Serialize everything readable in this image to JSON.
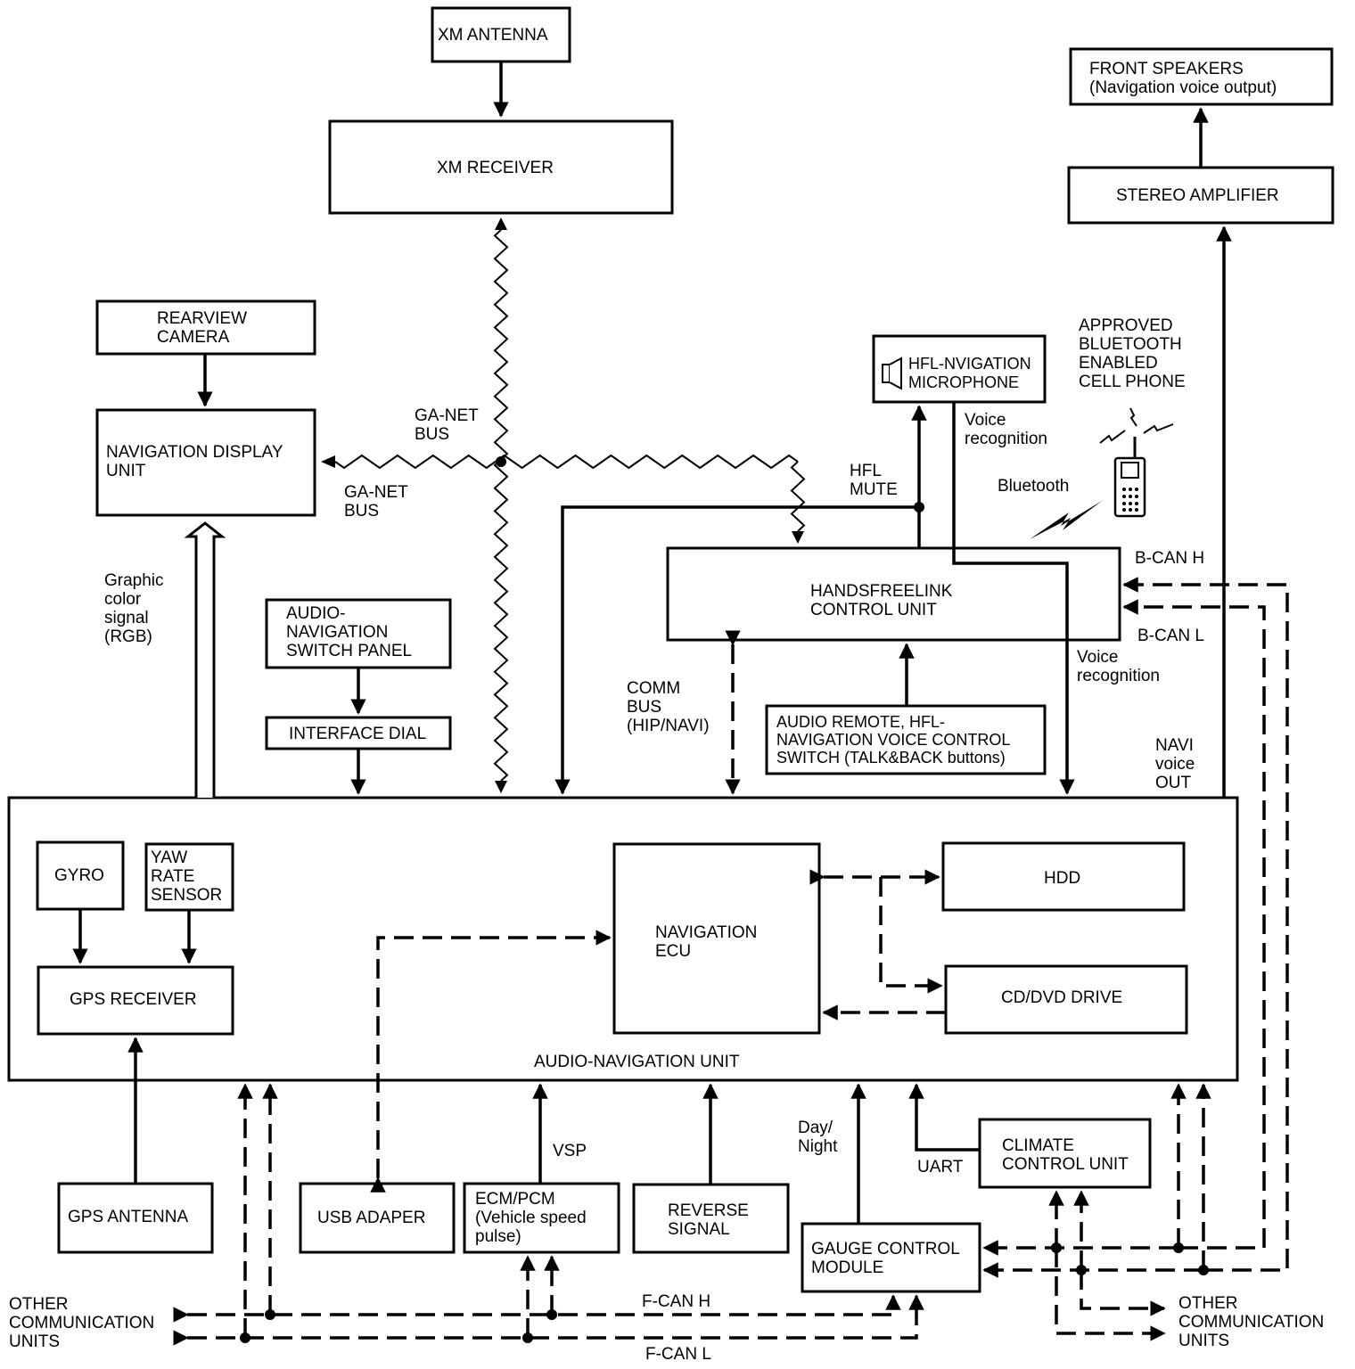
{
  "boxes": {
    "xm_antenna": "XM ANTENNA",
    "xm_receiver": "XM RECEIVER",
    "front_speakers": "FRONT SPEAKERS\n(Navigation voice output)",
    "stereo_amplifier": "STEREO AMPLIFIER",
    "rearview_camera": "REARVIEW\nCAMERA",
    "navigation_display_unit": "NAVIGATION DISPLAY\nUNIT",
    "hfl_microphone": "HFL-NVIGATION\nMICROPHONE",
    "cell_phone": "APPROVED\nBLUETOOTH\nENABLED\nCELL PHONE",
    "handsfreelink_control_unit": "HANDSFREELINK\nCONTROL UNIT",
    "audio_nav_switch_panel": "AUDIO-\nNAVIGATION\nSWITCH PANEL",
    "interface_dial": "INTERFACE DIAL",
    "audio_remote": "AUDIO REMOTE, HFL-\nNAVIGATION VOICE CONTROL\nSWITCH (TALK&BACK buttons)",
    "gyro": "GYRO",
    "yaw_rate_sensor": "YAW\nRATE\nSENSOR",
    "gps_receiver": "GPS RECEIVER",
    "navigation_ecu": "NAVIGATION\nECU",
    "hdd": "HDD",
    "cd_dvd_drive": "CD/DVD DRIVE",
    "audio_navigation_unit": "AUDIO-NAVIGATION UNIT",
    "gps_antenna": "GPS ANTENNA",
    "usb_adapter": "USB ADAPER",
    "ecm_pcm": "ECM/PCM\n(Vehicle speed\npulse)",
    "reverse_signal": "REVERSE\nSIGNAL",
    "gauge_control_module": "GAUGE CONTROL\nMODULE",
    "climate_control_unit": "CLIMATE\nCONTROL UNIT"
  },
  "labels": {
    "ga_net_bus_top": "GA-NET\nBUS",
    "ga_net_bus_bottom": "GA-NET\nBUS",
    "graphic_color_signal": "Graphic\ncolor\nsignal\n(RGB)",
    "voice_recognition_top": "Voice\nrecognition",
    "hfl_mute": "HFL\nMUTE",
    "bluetooth": "Bluetooth",
    "b_can_h": "B-CAN H",
    "b_can_l": "B-CAN L",
    "voice_recognition_right": "Voice\nrecognition",
    "comm_bus": "COMM\nBUS\n(HIP/NAVI)",
    "navi_voice_out": "NAVI\nvoice\nOUT",
    "vsp": "VSP",
    "day_night": "Day/\nNight",
    "uart": "UART",
    "f_can_h": "F-CAN H",
    "f_can_l": "F-CAN L",
    "other_units_left": "OTHER\nCOMMUNICATION\nUNITS",
    "other_units_right": "OTHER\nCOMMUNICATION\nUNITS"
  }
}
